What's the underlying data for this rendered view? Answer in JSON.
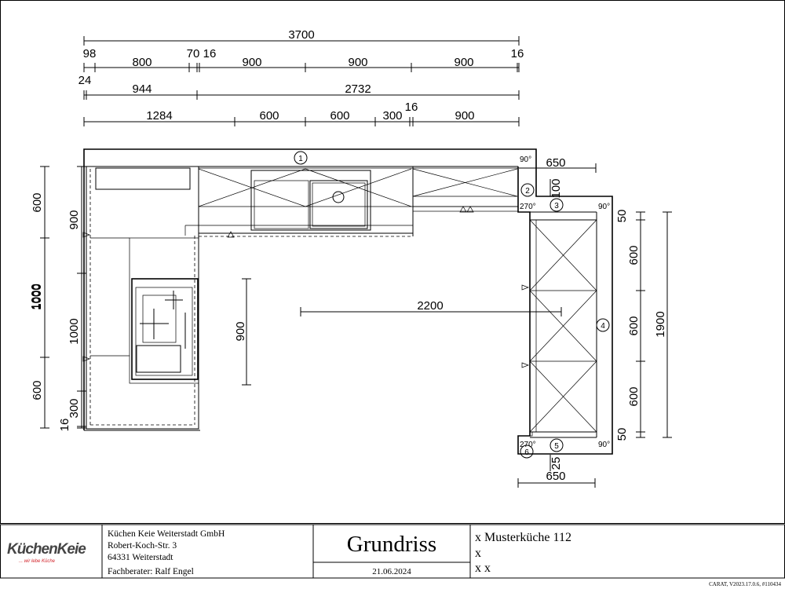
{
  "dimensions_top": {
    "total": "3700",
    "row2": [
      "98",
      "800",
      "70",
      "16",
      "900",
      "900",
      "900",
      "16"
    ],
    "row3": [
      "24",
      "944",
      "2732"
    ],
    "row4": [
      "1284",
      "600",
      "600",
      "300",
      "16",
      "900"
    ]
  },
  "dimensions_left": {
    "outer": [
      "600",
      "1000",
      "600"
    ],
    "overlap_a": "1000",
    "overlap_b": "1000",
    "inner": [
      "900",
      "1000",
      "300",
      "16"
    ]
  },
  "dimensions_right": {
    "segments": [
      "50",
      "600",
      "600",
      "600",
      "50"
    ],
    "total": "1900"
  },
  "dimensions_center": {
    "width": "2200",
    "depth": "900"
  },
  "dimensions_misc": {
    "top_width": "650",
    "bottom_width": "650",
    "top_small": "100",
    "bottom_small": "25"
  },
  "angles": {
    "a1": "90°",
    "a2": "270°",
    "a3": "90°",
    "a4": "270°",
    "a5": "90°"
  },
  "wall_markers": [
    "1",
    "2",
    "3",
    "4",
    "5",
    "6"
  ],
  "title_block": {
    "logo_main": "KüchenKeie",
    "logo_sub": "... wir lebe Küche",
    "company_name": "Küchen Keie Weiterstadt GmbH",
    "company_street": "Robert-Koch-Str. 3",
    "company_city": "64331 Weiterstadt",
    "company_advisor": "Fachberater: Ralf Engel",
    "title": "Grundriss",
    "date": "21.06.2024",
    "project_line1": "x Musterküche 112",
    "project_line2": "x",
    "project_line3": "x x",
    "footer": "CARAT,  V2023.17.0.6,  #110434"
  },
  "colors": {
    "ink": "#000000",
    "logo_red": "#d2232a",
    "background": "#ffffff"
  }
}
